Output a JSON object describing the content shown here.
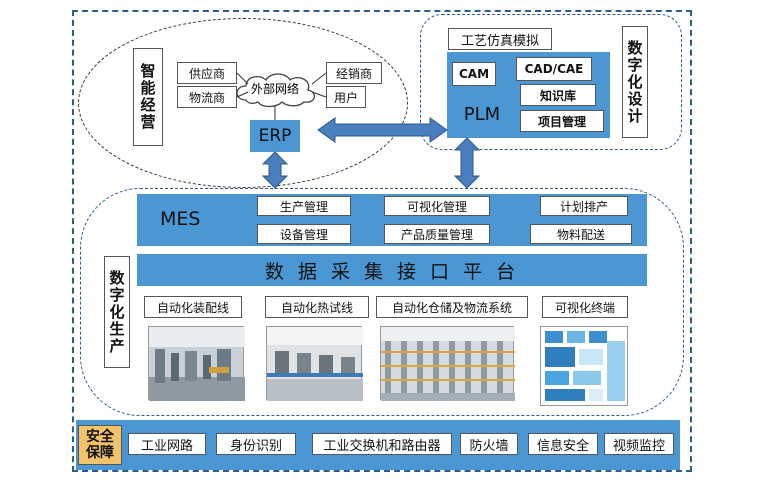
{
  "top_left": {
    "title": "智能经营",
    "cloud_label": "外部网络",
    "left_boxes": [
      "供应商",
      "物流商"
    ],
    "right_boxes": [
      "经销商",
      "用户"
    ],
    "erp": "ERP"
  },
  "top_right": {
    "title": "数字化设计",
    "sim": "工艺仿真模拟",
    "cam": "CAM",
    "plm": "PLM",
    "modules": [
      "CAD/CAE",
      "知识库",
      "项目管理"
    ]
  },
  "production": {
    "title": "数字化生产",
    "mes": "MES",
    "mes_modules": [
      "生产管理",
      "可视化管理",
      "计划排产",
      "设备管理",
      "产品质量管理",
      "物料配送"
    ],
    "platform": "数 据 采 集 接 口 平 台",
    "systems": [
      "自动化装配线",
      "自动化热试线",
      "自动化仓储及物流系统",
      "可视化终端"
    ]
  },
  "security": {
    "title": "安全保障",
    "items": [
      "工业网路",
      "身份识别",
      "工业交换机和路由器",
      "防火墙",
      "信息安全",
      "视频监控"
    ]
  },
  "colors": {
    "blue": "#4a97d4",
    "security_title_bg": "#f2c36b",
    "border": "#2e5a8c"
  }
}
